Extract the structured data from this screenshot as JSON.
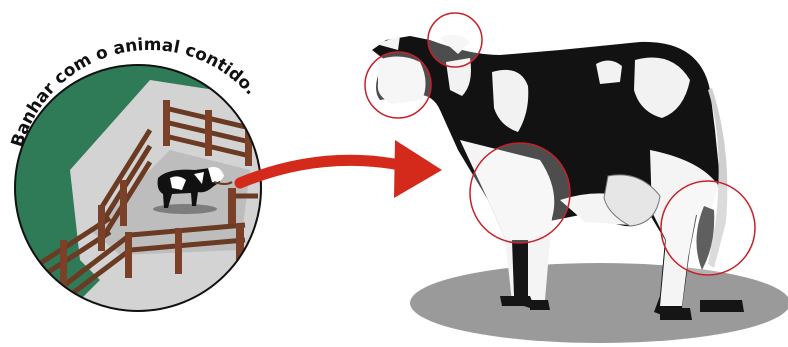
{
  "inset": {
    "caption": "Banhar com o animal contido.",
    "colors": {
      "grass": "#2f7a57",
      "floor": "#c9c9c9",
      "fence": "#6b3a22",
      "ring": "#111111"
    }
  },
  "arrow": {
    "color": "#d42a1c"
  },
  "cow": {
    "markers": [
      "ear",
      "head",
      "front-leg",
      "rear-leg-tail"
    ],
    "marker_color": "#c8202a",
    "shadow_color": "#9a9a9a"
  }
}
